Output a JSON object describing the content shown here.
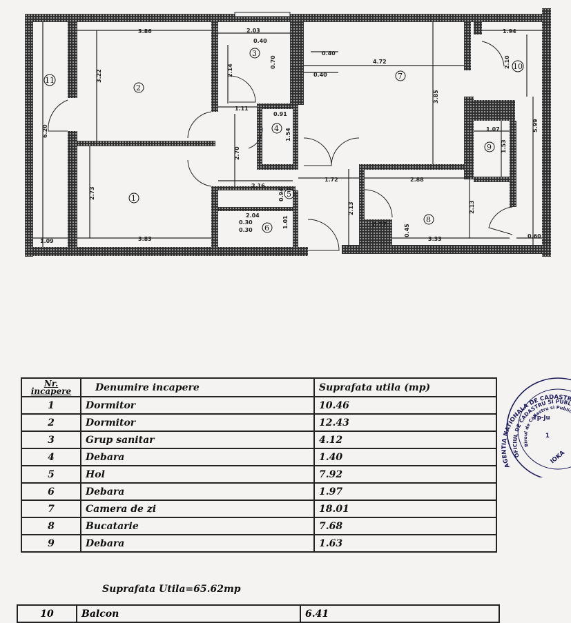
{
  "plan": {
    "dims": {
      "d386": "3.86",
      "d322": "3.22",
      "d620": "6.20",
      "d273": "2.73",
      "d109": "1.09",
      "d383": "3.83",
      "d203": "2.03",
      "d040a": "0.40",
      "d070": "0.70",
      "d214": "2.14",
      "d111": "1.11",
      "d270": "2.70",
      "d091": "0.91",
      "d154": "1.54",
      "d040b": "0.40",
      "d040c": "0.40",
      "d472": "4.72",
      "d385": "3.85",
      "d216": "2.16",
      "d094": "0.94",
      "d204": "2.04",
      "d030a": "0.30",
      "d030b": "0.30",
      "d101": "1.01",
      "d172": "1.72",
      "d213a": "2.13",
      "d288": "2.88",
      "d213b": "2.13",
      "d077": "0.77",
      "d045": "0.45",
      "d333": "3.33",
      "d107": "1.07",
      "d153": "1.53",
      "d194": "1.94",
      "d210": "2.10",
      "d599": "5.99",
      "d060": "0.60"
    },
    "rooms": [
      "1",
      "2",
      "3",
      "4",
      "5",
      "6",
      "7",
      "8",
      "9",
      "10",
      "11"
    ]
  },
  "table": {
    "header_nr_1": "Nr.",
    "header_nr_2": "incapere",
    "header_name": "Denumire incapere",
    "header_area": "Suprafata utila (mp)",
    "rows": [
      {
        "nr": "1",
        "name": "Dormitor",
        "area": "10.46"
      },
      {
        "nr": "2",
        "name": "Dormitor",
        "area": "12.43"
      },
      {
        "nr": "3",
        "name": "Grup sanitar",
        "area": "4.12"
      },
      {
        "nr": "4",
        "name": "Debara",
        "area": "1.40"
      },
      {
        "nr": "5",
        "name": "Hol",
        "area": "7.92"
      },
      {
        "nr": "6",
        "name": "Debara",
        "area": "1.97"
      },
      {
        "nr": "7",
        "name": "Camera de zi",
        "area": "18.01"
      },
      {
        "nr": "8",
        "name": "Bucatarie",
        "area": "7.68"
      },
      {
        "nr": "9",
        "name": "Debara",
        "area": "1.63"
      }
    ]
  },
  "total": "Suprafata Utila=65.62mp",
  "balcon": {
    "nr": "10",
    "name": "Balcon",
    "area": "6.41"
  },
  "stamp": {
    "outer": "AGENTIA NATIONALA DE CADASTRU",
    "inner": "OFICIUL DE CADASTRU SI PUBLICITATE",
    "inner2": "Biroul de Cadastru si Publicitate",
    "center1": "Tp-Ju",
    "center2": "1",
    "frag": "IOKA"
  }
}
